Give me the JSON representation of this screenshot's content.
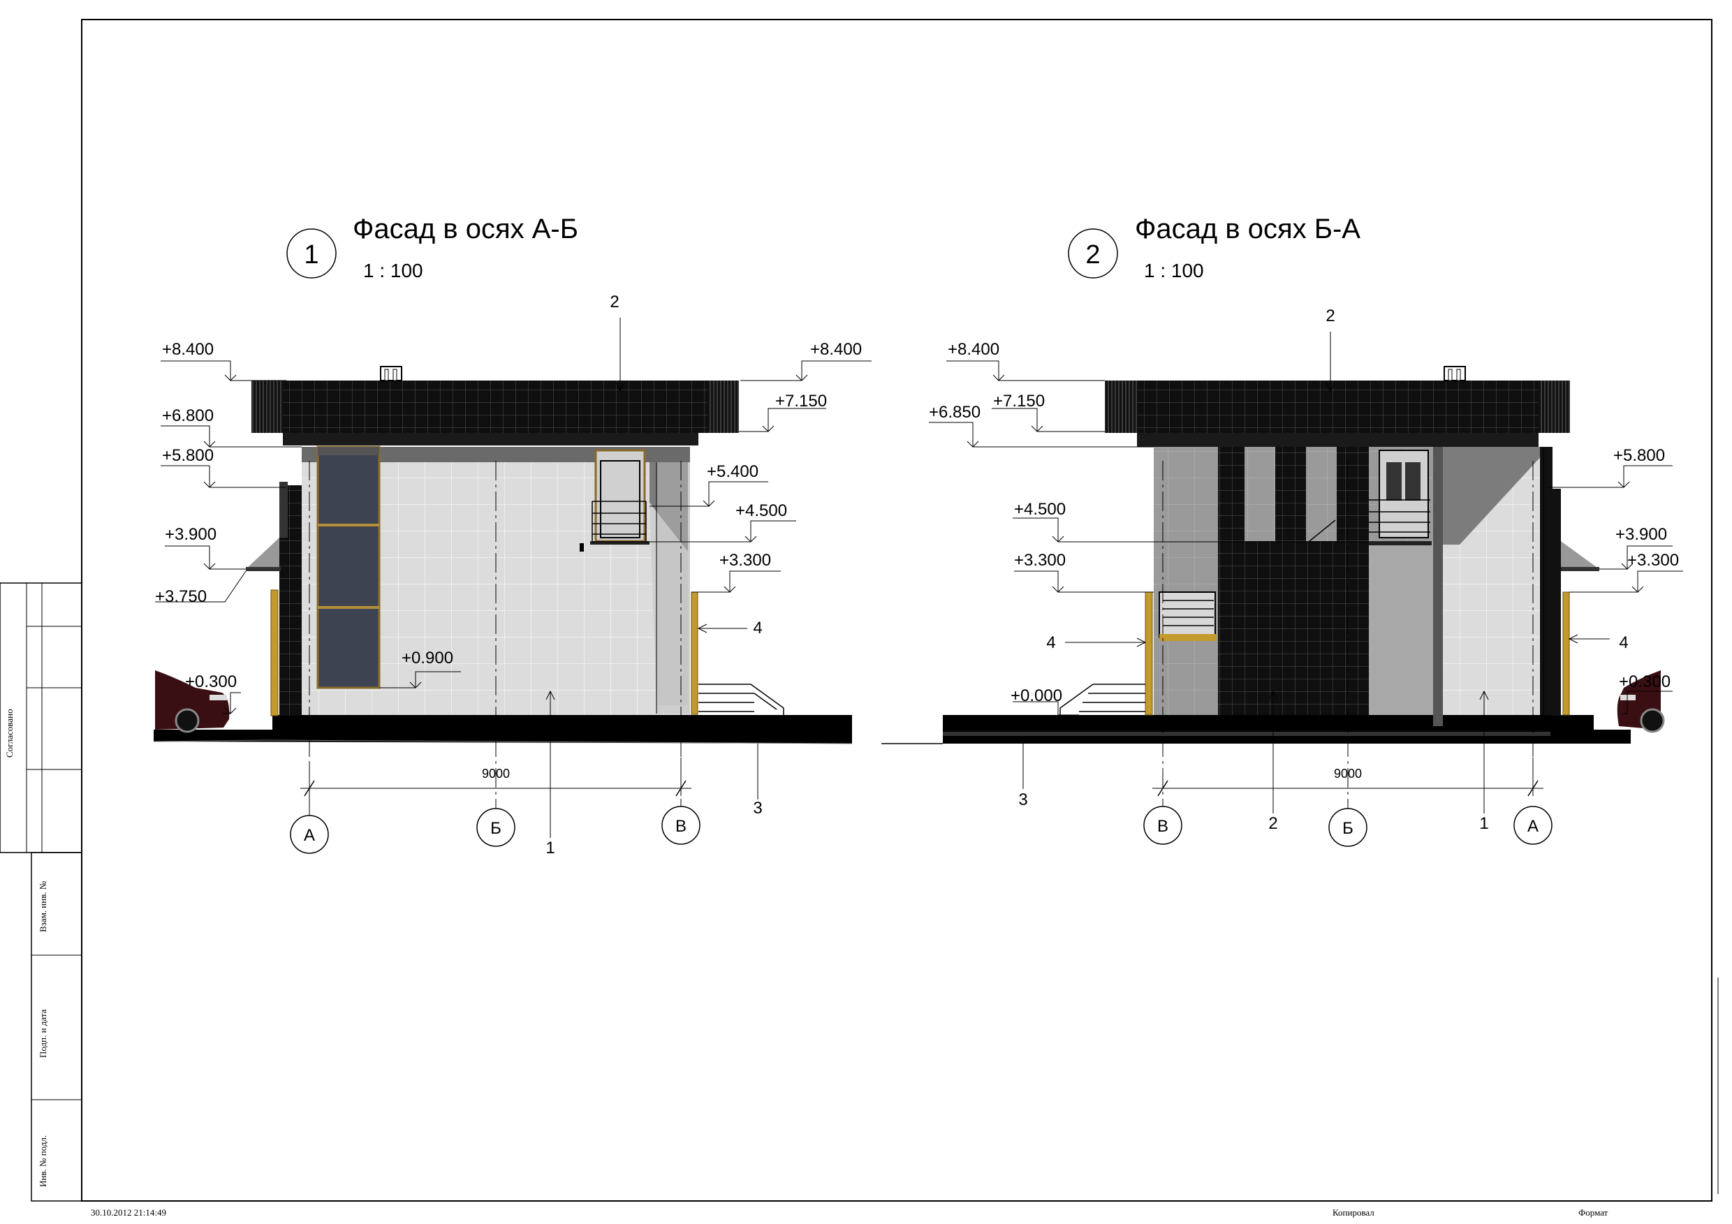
{
  "views": [
    {
      "number": "1",
      "title": "Фасад в осях А-Б",
      "scale": "1 : 100",
      "levels": [
        "+8.400",
        "+8.400",
        "+7.150",
        "+6.800",
        "+5.800",
        "+5.400",
        "+4.500",
        "+3.900",
        "+3.300",
        "+3.750",
        "+0.900",
        "+0.300"
      ],
      "callouts": [
        "2",
        "4",
        "3",
        "1"
      ],
      "dimension": "9000",
      "axes": [
        "А",
        "Б",
        "В"
      ]
    },
    {
      "number": "2",
      "title": "Фасад в осях Б-А",
      "scale": "1 : 100",
      "levels": [
        "+8.400",
        "+7.150",
        "+6.850",
        "+5.800",
        "+4.500",
        "+3.900",
        "+3.300",
        "+3.300",
        "+0.000",
        "+0.300"
      ],
      "callouts": [
        "2",
        "4",
        "4",
        "3",
        "2",
        "1"
      ],
      "dimension": "9000",
      "axes": [
        "В",
        "Б",
        "А"
      ]
    }
  ],
  "stamp": {
    "agreed": "Согласовано",
    "replaced": "Взам. инв. №",
    "signature": "Подп. и дата",
    "inventory": "Инв. № подл."
  },
  "footer": {
    "timestamp": "30.10.2012 21:14:49",
    "copied": "Копировал",
    "format": "Формат"
  }
}
